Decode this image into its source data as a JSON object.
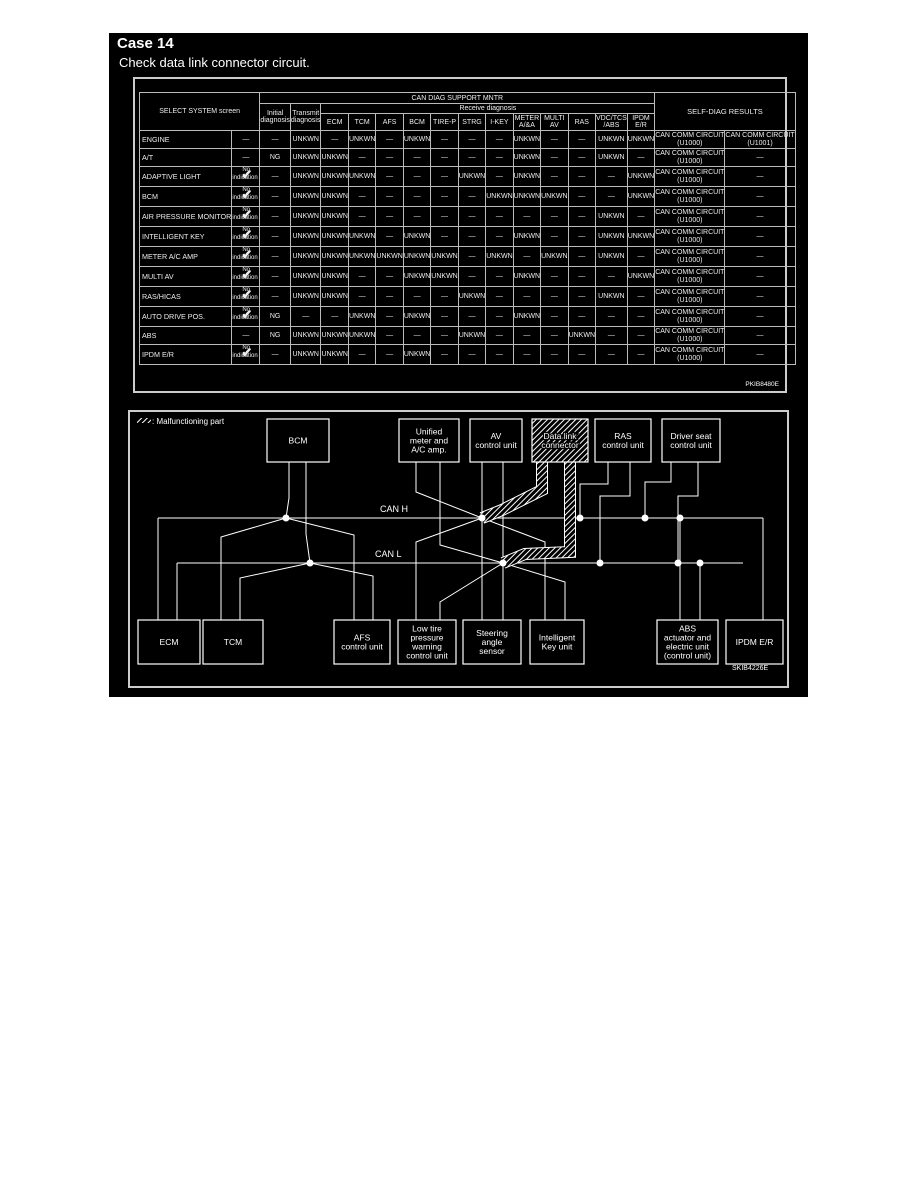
{
  "header": {
    "title": "Case 14",
    "subtitle": "Check data link connector circuit."
  },
  "table": {
    "main_header": "CAN DIAG SUPPORT MNTR",
    "select_system_header": "SELECT SYSTEM screen",
    "initial_diagnosis": [
      "Initial",
      "diagnosis"
    ],
    "transmit_diagnosis": [
      "Transmit",
      "diagnosis"
    ],
    "receive_diagnosis": "Receive diagnosis",
    "self_diag_header": "SELF-DIAG RESULTS",
    "receive_columns": [
      [
        "ECM"
      ],
      [
        "TCM"
      ],
      [
        "AFS"
      ],
      [
        "BCM"
      ],
      [
        "TIRE-P"
      ],
      [
        "STRG"
      ],
      [
        "I-KEY"
      ],
      [
        "METER",
        "A/&A"
      ],
      [
        "MULTI",
        "AV"
      ],
      [
        "RAS"
      ],
      [
        "VDC/TCS",
        "/ABS"
      ],
      [
        "IPDM",
        "E/R"
      ]
    ],
    "no_indication": [
      "No",
      "indication"
    ],
    "figure_id": "PKIB8480E",
    "rows": [
      {
        "system": "ENGINE",
        "mark": "—",
        "initial": "—",
        "transmit": "UNKWN",
        "receive": [
          "—",
          "UNKWN",
          "—",
          "UNKWN",
          "—",
          "—",
          "—",
          "UNKWN",
          "—",
          "—",
          "UNKWN",
          "UNKWN"
        ],
        "self_diag": [
          [
            "CAN COMM CIRCUIT",
            "(U1000)"
          ],
          [
            "CAN COMM CIRCUIT",
            "(U1001)"
          ]
        ]
      },
      {
        "system": "A/T",
        "mark": "—",
        "initial": "NG",
        "transmit": "UNKWN",
        "receive": [
          "UNKWN",
          "—",
          "—",
          "—",
          "—",
          "—",
          "—",
          "UNKWN",
          "—",
          "—",
          "UNKWN",
          "—"
        ],
        "self_diag": [
          [
            "CAN COMM CIRCUIT",
            "(U1000)"
          ],
          [
            "—"
          ]
        ]
      },
      {
        "system": "ADAPTIVE LIGHT",
        "mark": "check",
        "initial": "—",
        "transmit": "UNKWN",
        "receive": [
          "UNKWN",
          "UNKWN",
          "—",
          "—",
          "—",
          "UNKWN",
          "—",
          "UNKWN",
          "—",
          "—",
          "—",
          "UNKWN"
        ],
        "self_diag": [
          [
            "CAN COMM CIRCUIT",
            "(U1000)"
          ],
          [
            "—"
          ]
        ]
      },
      {
        "system": "BCM",
        "mark": "check",
        "initial": "—",
        "transmit": "UNKWN",
        "receive": [
          "UNKWN",
          "—",
          "—",
          "—",
          "—",
          "—",
          "UNKWN",
          "UNKWN",
          "UNKWN",
          "—",
          "—",
          "UNKWN"
        ],
        "self_diag": [
          [
            "CAN COMM CIRCUIT",
            "(U1000)"
          ],
          [
            "—"
          ]
        ]
      },
      {
        "system": "AIR PRESSURE MONITOR",
        "mark": "check",
        "initial": "—",
        "transmit": "UNKWN",
        "receive": [
          "UNKWN",
          "—",
          "—",
          "—",
          "—",
          "—",
          "—",
          "—",
          "—",
          "—",
          "UNKWN",
          "—"
        ],
        "self_diag": [
          [
            "CAN COMM CIRCUIT",
            "(U1000)"
          ],
          [
            "—"
          ]
        ]
      },
      {
        "system": "INTELLIGENT KEY",
        "mark": "check",
        "initial": "—",
        "transmit": "UNKWN",
        "receive": [
          "UNKWN",
          "UNKWN",
          "—",
          "UNKWN",
          "—",
          "—",
          "—",
          "UNKWN",
          "—",
          "—",
          "UNKWN",
          "UNKWN"
        ],
        "self_diag": [
          [
            "CAN COMM CIRCUIT",
            "(U1000)"
          ],
          [
            "—"
          ]
        ]
      },
      {
        "system": "METER A/C AMP",
        "mark": "check",
        "initial": "—",
        "transmit": "UNKWN",
        "receive": [
          "UNKWN",
          "UNKWN",
          "UNKWN",
          "UNKWN",
          "UNKWN",
          "—",
          "UNKWN",
          "—",
          "UNKWN",
          "—",
          "UNKWN",
          "—"
        ],
        "self_diag": [
          [
            "CAN COMM CIRCUIT",
            "(U1000)"
          ],
          [
            "—"
          ]
        ]
      },
      {
        "system": "MULTI AV",
        "mark": "check",
        "initial": "—",
        "transmit": "UNKWN",
        "receive": [
          "UNKWN",
          "—",
          "—",
          "UNKWN",
          "UNKWN",
          "—",
          "—",
          "UNKWN",
          "—",
          "—",
          "—",
          "UNKWN"
        ],
        "self_diag": [
          [
            "CAN COMM CIRCUIT",
            "(U1000)"
          ],
          [
            "—"
          ]
        ]
      },
      {
        "system": "RAS/HICAS",
        "mark": "check",
        "initial": "—",
        "transmit": "UNKWN",
        "receive": [
          "UNKWN",
          "—",
          "—",
          "—",
          "—",
          "UNKWN",
          "—",
          "—",
          "—",
          "—",
          "UNKWN",
          "—"
        ],
        "self_diag": [
          [
            "CAN COMM CIRCUIT",
            "(U1000)"
          ],
          [
            "—"
          ]
        ]
      },
      {
        "system": "AUTO DRIVE POS.",
        "mark": "check",
        "initial": "NG",
        "transmit": "—",
        "receive": [
          "—",
          "UNKWN",
          "—",
          "UNKWN",
          "—",
          "—",
          "—",
          "UNKWN",
          "—",
          "—",
          "—",
          "—"
        ],
        "self_diag": [
          [
            "CAN COMM CIRCUIT",
            "(U1000)"
          ],
          [
            "—"
          ]
        ]
      },
      {
        "system": "ABS",
        "mark": "—",
        "initial": "NG",
        "transmit": "UNKWN",
        "receive": [
          "UNKWN",
          "UNKWN",
          "—",
          "—",
          "—",
          "UNKWN",
          "—",
          "—",
          "—",
          "UNKWN",
          "—",
          "—"
        ],
        "self_diag": [
          [
            "CAN COMM CIRCUIT",
            "(U1000)"
          ],
          [
            "—"
          ]
        ]
      },
      {
        "system": "IPDM E/R",
        "mark": "check",
        "initial": "—",
        "transmit": "UNKWN",
        "receive": [
          "UNKWN",
          "—",
          "—",
          "UNKWN",
          "—",
          "—",
          "—",
          "—",
          "—",
          "—",
          "—",
          "—"
        ],
        "self_diag": [
          [
            "CAN COMM CIRCUIT",
            "(U1000)"
          ],
          [
            "—"
          ]
        ]
      }
    ]
  },
  "diagram": {
    "legend": ": Malfunctioning part",
    "can_h": "CAN H",
    "can_l": "CAN L",
    "figure_id": "SKIB4226E",
    "top_units": [
      {
        "id": "bcm",
        "lines": [
          "BCM"
        ]
      },
      {
        "id": "meter",
        "lines": [
          "Unified",
          "meter and",
          "A/C amp."
        ]
      },
      {
        "id": "av",
        "lines": [
          "AV",
          "control unit"
        ]
      },
      {
        "id": "dlc",
        "lines": [
          "Data link",
          "connector"
        ],
        "malfunction": true
      },
      {
        "id": "ras",
        "lines": [
          "RAS",
          "control unit"
        ]
      },
      {
        "id": "seat",
        "lines": [
          "Driver seat",
          "control unit"
        ]
      }
    ],
    "bottom_units": [
      {
        "id": "ecm",
        "lines": [
          "ECM"
        ]
      },
      {
        "id": "tcm",
        "lines": [
          "TCM"
        ]
      },
      {
        "id": "afs",
        "lines": [
          "AFS",
          "control unit"
        ]
      },
      {
        "id": "tire",
        "lines": [
          "Low tire",
          "pressure",
          "warning",
          "control unit"
        ]
      },
      {
        "id": "steer",
        "lines": [
          "Steering",
          "angle",
          "sensor"
        ]
      },
      {
        "id": "ikey",
        "lines": [
          "Intelligent",
          "Key unit"
        ]
      },
      {
        "id": "abs",
        "lines": [
          "ABS",
          "actuator and",
          "electric unit",
          "(control unit)"
        ]
      },
      {
        "id": "ipdm",
        "lines": [
          "IPDM E/R"
        ]
      }
    ]
  },
  "colors": {
    "background": "#000000",
    "line": "#ffffff",
    "page": "#ffffff"
  }
}
